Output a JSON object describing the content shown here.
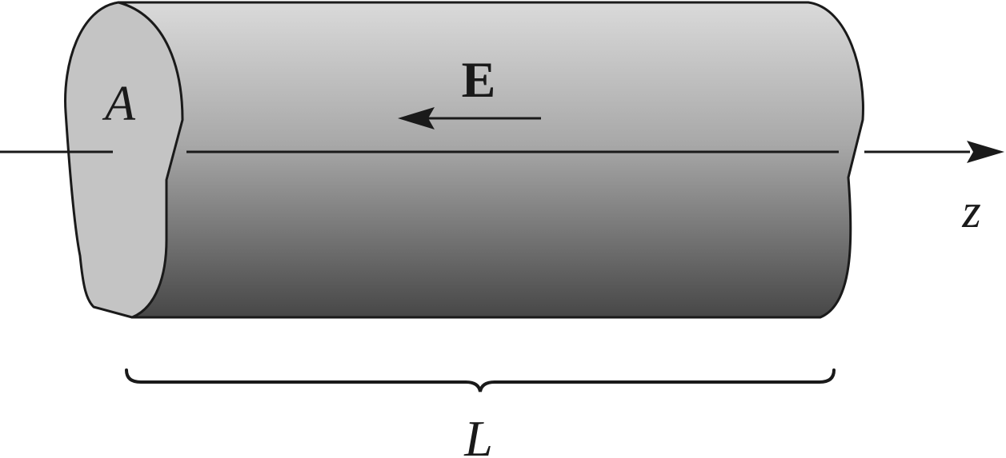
{
  "labels": {
    "area": "A",
    "field": "E",
    "axis": "z",
    "length": "L"
  },
  "colors": {
    "stroke": "#1a1a1a",
    "face": "#c4c4c4",
    "body_top": "#d9d9d9",
    "body_mid": "#a6a6a6",
    "body_bottom": "#474747"
  },
  "icons": {
    "field_arrow": "arrow-left-icon",
    "axis_arrow": "arrow-right-icon"
  }
}
